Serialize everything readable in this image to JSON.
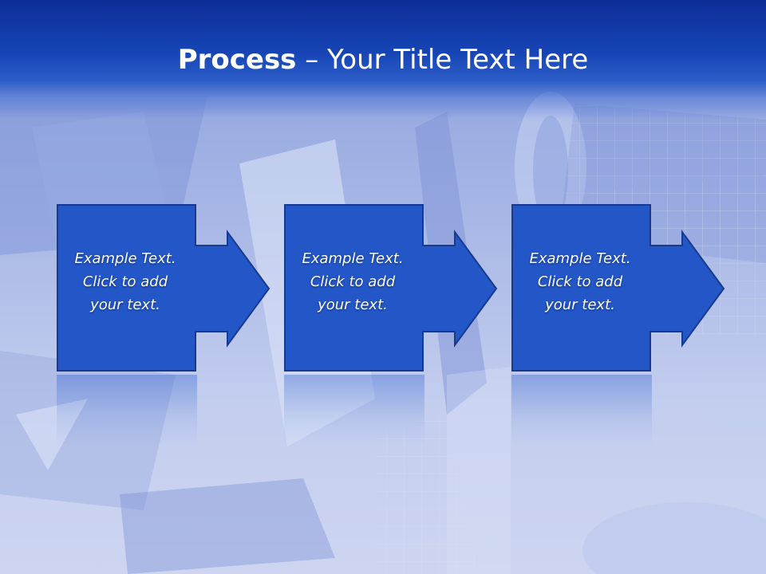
{
  "title": {
    "bold": "Process",
    "rest": " – Your Title Text Here"
  },
  "steps": [
    {
      "line1": "Example Text.",
      "line2": "Click  to add",
      "line3": "your text."
    },
    {
      "line1": "Example Text.",
      "line2": "Click  to add",
      "line3": "your text."
    },
    {
      "line1": "Example Text.",
      "line2": "Click  to add",
      "line3": "your text."
    }
  ],
  "colors": {
    "header": "#1745b6",
    "box_fill": "#2356c7",
    "box_border": "#173a8f",
    "background": "#a9b8e6"
  }
}
